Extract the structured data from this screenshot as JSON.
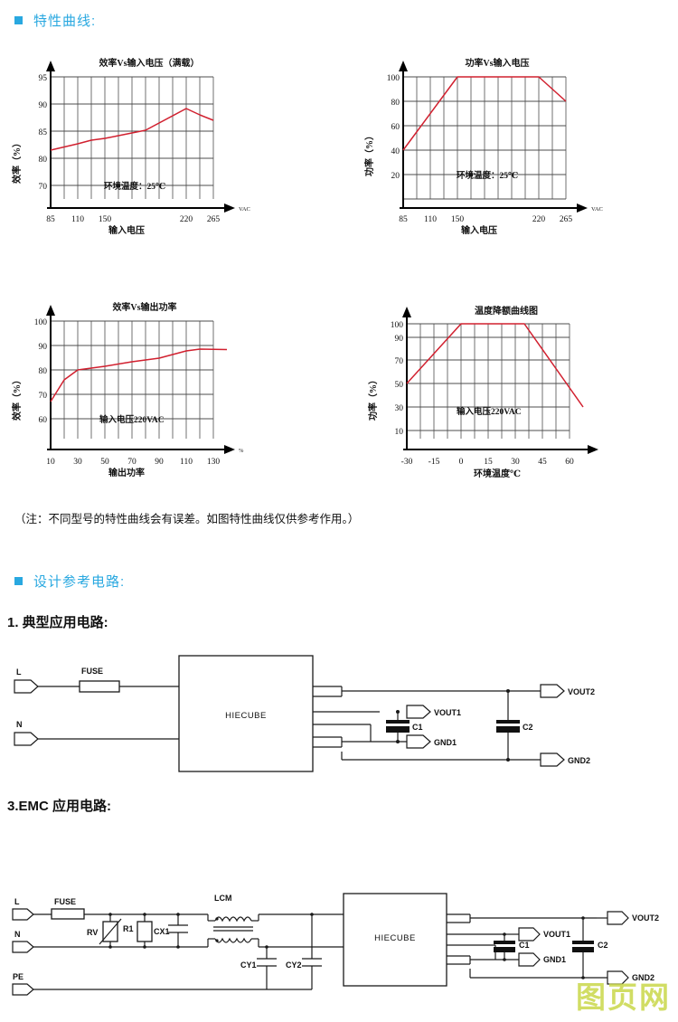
{
  "sections": {
    "curves_heading": "特性曲线:",
    "design_heading": "设计参考电路:",
    "typical_heading": "1.  典型应用电路:",
    "emc_heading": "3.EMC 应用电路:",
    "note": "（注：不同型号的特性曲线会有误差。如图特性曲线仅供参考作用。）"
  },
  "accent_color": "#29a8e0",
  "curve_color": "#d1202f",
  "chart_data": [
    {
      "type": "line",
      "title": "效率Vs输入电压（满载）",
      "xlabel": "输入电压",
      "ylabel": "效率（%）",
      "x_unit": "VAC",
      "annotation": "环境温度：25℃",
      "xticks": [
        "85",
        "110",
        "150",
        "220",
        "265"
      ],
      "yticks": [
        "70",
        "80",
        "85",
        "90",
        "95"
      ],
      "xlim": [
        85,
        275
      ],
      "ylim": [
        65,
        97
      ],
      "grid": true,
      "x": [
        85,
        110,
        130,
        150,
        175,
        200,
        220,
        240,
        265
      ],
      "values": [
        81.4,
        82.6,
        83.2,
        83.5,
        83.9,
        85.2,
        89.2,
        88.0,
        86.9
      ]
    },
    {
      "type": "line",
      "title": "功率Vs输入电压",
      "xlabel": "输入电压",
      "ylabel": "功率（%）",
      "x_unit": "VAC",
      "annotation": "环境温度：25℃",
      "xticks": [
        "85",
        "110",
        "150",
        "220",
        "265"
      ],
      "yticks": [
        "20",
        "40",
        "60",
        "80",
        "100"
      ],
      "xlim": [
        85,
        275
      ],
      "ylim": [
        0,
        110
      ],
      "grid": true,
      "x": [
        85,
        150,
        220,
        265
      ],
      "values": [
        40,
        100,
        100,
        80
      ]
    },
    {
      "type": "line",
      "title": "效率Vs输出功率",
      "xlabel": "输出功率",
      "ylabel": "效率（%）",
      "x_unit": "%",
      "annotation": "输入电压220VAC",
      "xticks": [
        "10",
        "30",
        "50",
        "70",
        "90",
        "110",
        "130"
      ],
      "yticks": [
        "60",
        "70",
        "80",
        "90",
        "100"
      ],
      "xlim": [
        10,
        140
      ],
      "ylim": [
        52,
        103
      ],
      "grid": true,
      "x": [
        10,
        20,
        30,
        50,
        70,
        90,
        110,
        120,
        140
      ],
      "values": [
        69.5,
        78.5,
        82.0,
        83.5,
        85.3,
        86.8,
        88.6,
        89.2,
        89.0
      ]
    },
    {
      "type": "line",
      "title": "温度降额曲线图",
      "xlabel": "环境温度℃",
      "ylabel": "功率（%）",
      "x_unit": "",
      "annotation": "输入电压220VAC",
      "xticks": [
        "-30",
        "-15",
        "0",
        "15",
        "30",
        "45",
        "60"
      ],
      "yticks": [
        "10",
        "30",
        "50",
        "70",
        "90",
        "100"
      ],
      "xlim": [
        -30,
        75
      ],
      "ylim": [
        0,
        105
      ],
      "grid": true,
      "x": [
        -30,
        0,
        35,
        70
      ],
      "values": [
        50,
        100,
        100,
        30
      ]
    }
  ],
  "typical_circuit": {
    "block_label": "HIECUBE",
    "inputs": [
      "L",
      "N"
    ],
    "components": [
      {
        "name": "FUSE"
      },
      {
        "name": "C1"
      },
      {
        "name": "C2"
      }
    ],
    "outputs": [
      "VOUT2",
      "VOUT1",
      "GND1",
      "GND2"
    ]
  },
  "emc_circuit": {
    "block_label": "HIECUBE",
    "inputs": [
      "L",
      "N",
      "PE"
    ],
    "components": [
      {
        "name": "FUSE"
      },
      {
        "name": "RV"
      },
      {
        "name": "R1"
      },
      {
        "name": "CX1"
      },
      {
        "name": "LCM"
      },
      {
        "name": "CY1"
      },
      {
        "name": "CY2"
      },
      {
        "name": "C1"
      },
      {
        "name": "C2"
      }
    ],
    "outputs": [
      "VOUT2",
      "VOUT1",
      "GND1",
      "GND2"
    ]
  },
  "watermark": "图页网"
}
